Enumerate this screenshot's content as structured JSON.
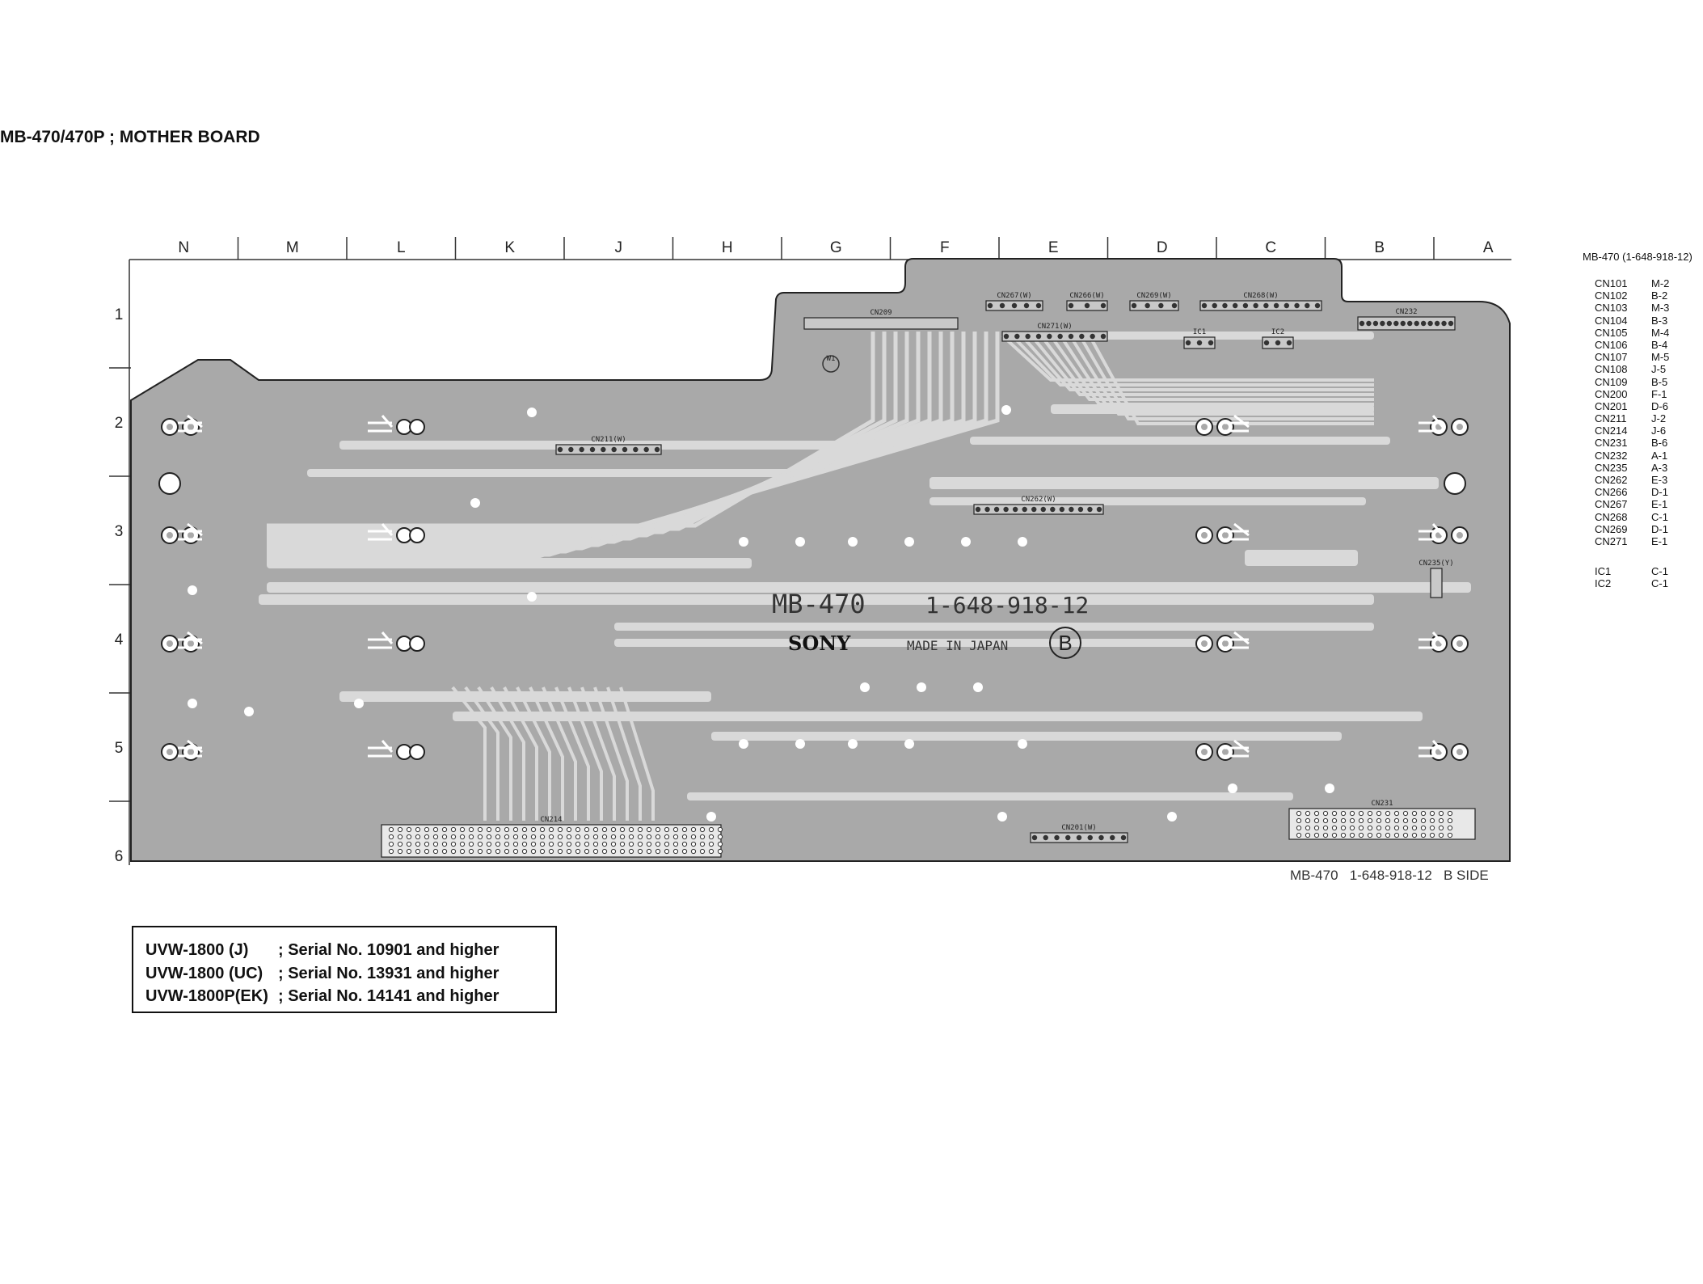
{
  "page_title": "MB-470/470P ; MOTHER BOARD",
  "columns": [
    "N",
    "M",
    "L",
    "K",
    "J",
    "H",
    "G",
    "F",
    "E",
    "D",
    "C",
    "B",
    "A"
  ],
  "rows": [
    "1",
    "2",
    "3",
    "4",
    "5",
    "6"
  ],
  "board": {
    "silkscreen_name": "MB-470",
    "silkscreen_part": "1-648-918-12",
    "brand": "SONY",
    "made_in": "MADE IN JAPAN",
    "side_mark": "B",
    "caption": "MB-470   1-648-918-12   B SIDE"
  },
  "connectors": [
    {
      "label": "CN209"
    },
    {
      "label": "CN267(W)"
    },
    {
      "label": "CN266(W)"
    },
    {
      "label": "CN269(W)"
    },
    {
      "label": "CN268(W)"
    },
    {
      "label": "CN271(W)"
    },
    {
      "label": "CN232"
    },
    {
      "label": "CN211(W)"
    },
    {
      "label": "CN262(W)"
    },
    {
      "label": "CN214"
    },
    {
      "label": "CN201(W)"
    },
    {
      "label": "CN231"
    },
    {
      "label": "CN235(Y)"
    },
    {
      "label": "IC1"
    },
    {
      "label": "IC2"
    },
    {
      "label": "W1"
    }
  ],
  "location_legend": {
    "title": "MB-470 (1-648-918-12)",
    "connectors": [
      {
        "ref": "CN101",
        "loc": "M-2"
      },
      {
        "ref": "CN102",
        "loc": "B-2"
      },
      {
        "ref": "CN103",
        "loc": "M-3"
      },
      {
        "ref": "CN104",
        "loc": "B-3"
      },
      {
        "ref": "CN105",
        "loc": "M-4"
      },
      {
        "ref": "CN106",
        "loc": "B-4"
      },
      {
        "ref": "CN107",
        "loc": "M-5"
      },
      {
        "ref": "CN108",
        "loc": "J-5"
      },
      {
        "ref": "CN109",
        "loc": "B-5"
      },
      {
        "ref": "CN200",
        "loc": "F-1"
      },
      {
        "ref": "CN201",
        "loc": "D-6"
      },
      {
        "ref": "CN211",
        "loc": "J-2"
      },
      {
        "ref": "CN214",
        "loc": "J-6"
      },
      {
        "ref": "CN231",
        "loc": "B-6"
      },
      {
        "ref": "CN232",
        "loc": "A-1"
      },
      {
        "ref": "CN235",
        "loc": "A-3"
      },
      {
        "ref": "CN262",
        "loc": "E-3"
      },
      {
        "ref": "CN266",
        "loc": "D-1"
      },
      {
        "ref": "CN267",
        "loc": "E-1"
      },
      {
        "ref": "CN268",
        "loc": "C-1"
      },
      {
        "ref": "CN269",
        "loc": "D-1"
      },
      {
        "ref": "CN271",
        "loc": "E-1"
      }
    ],
    "ics": [
      {
        "ref": "IC1",
        "loc": "C-1"
      },
      {
        "ref": "IC2",
        "loc": "C-1"
      }
    ]
  },
  "serial_info": [
    {
      "model": "UVW-1800 (J)",
      "serial": "; Serial No. 10901 and higher"
    },
    {
      "model": "UVW-1800 (UC)",
      "serial": "; Serial No. 13931 and higher"
    },
    {
      "model": "UVW-1800P(EK)",
      "serial": "; Serial No. 14141 and higher"
    }
  ],
  "colors": {
    "board_fill": "#a9a9a9",
    "trace_fill": "#d9d9d9",
    "outline": "#222222"
  }
}
